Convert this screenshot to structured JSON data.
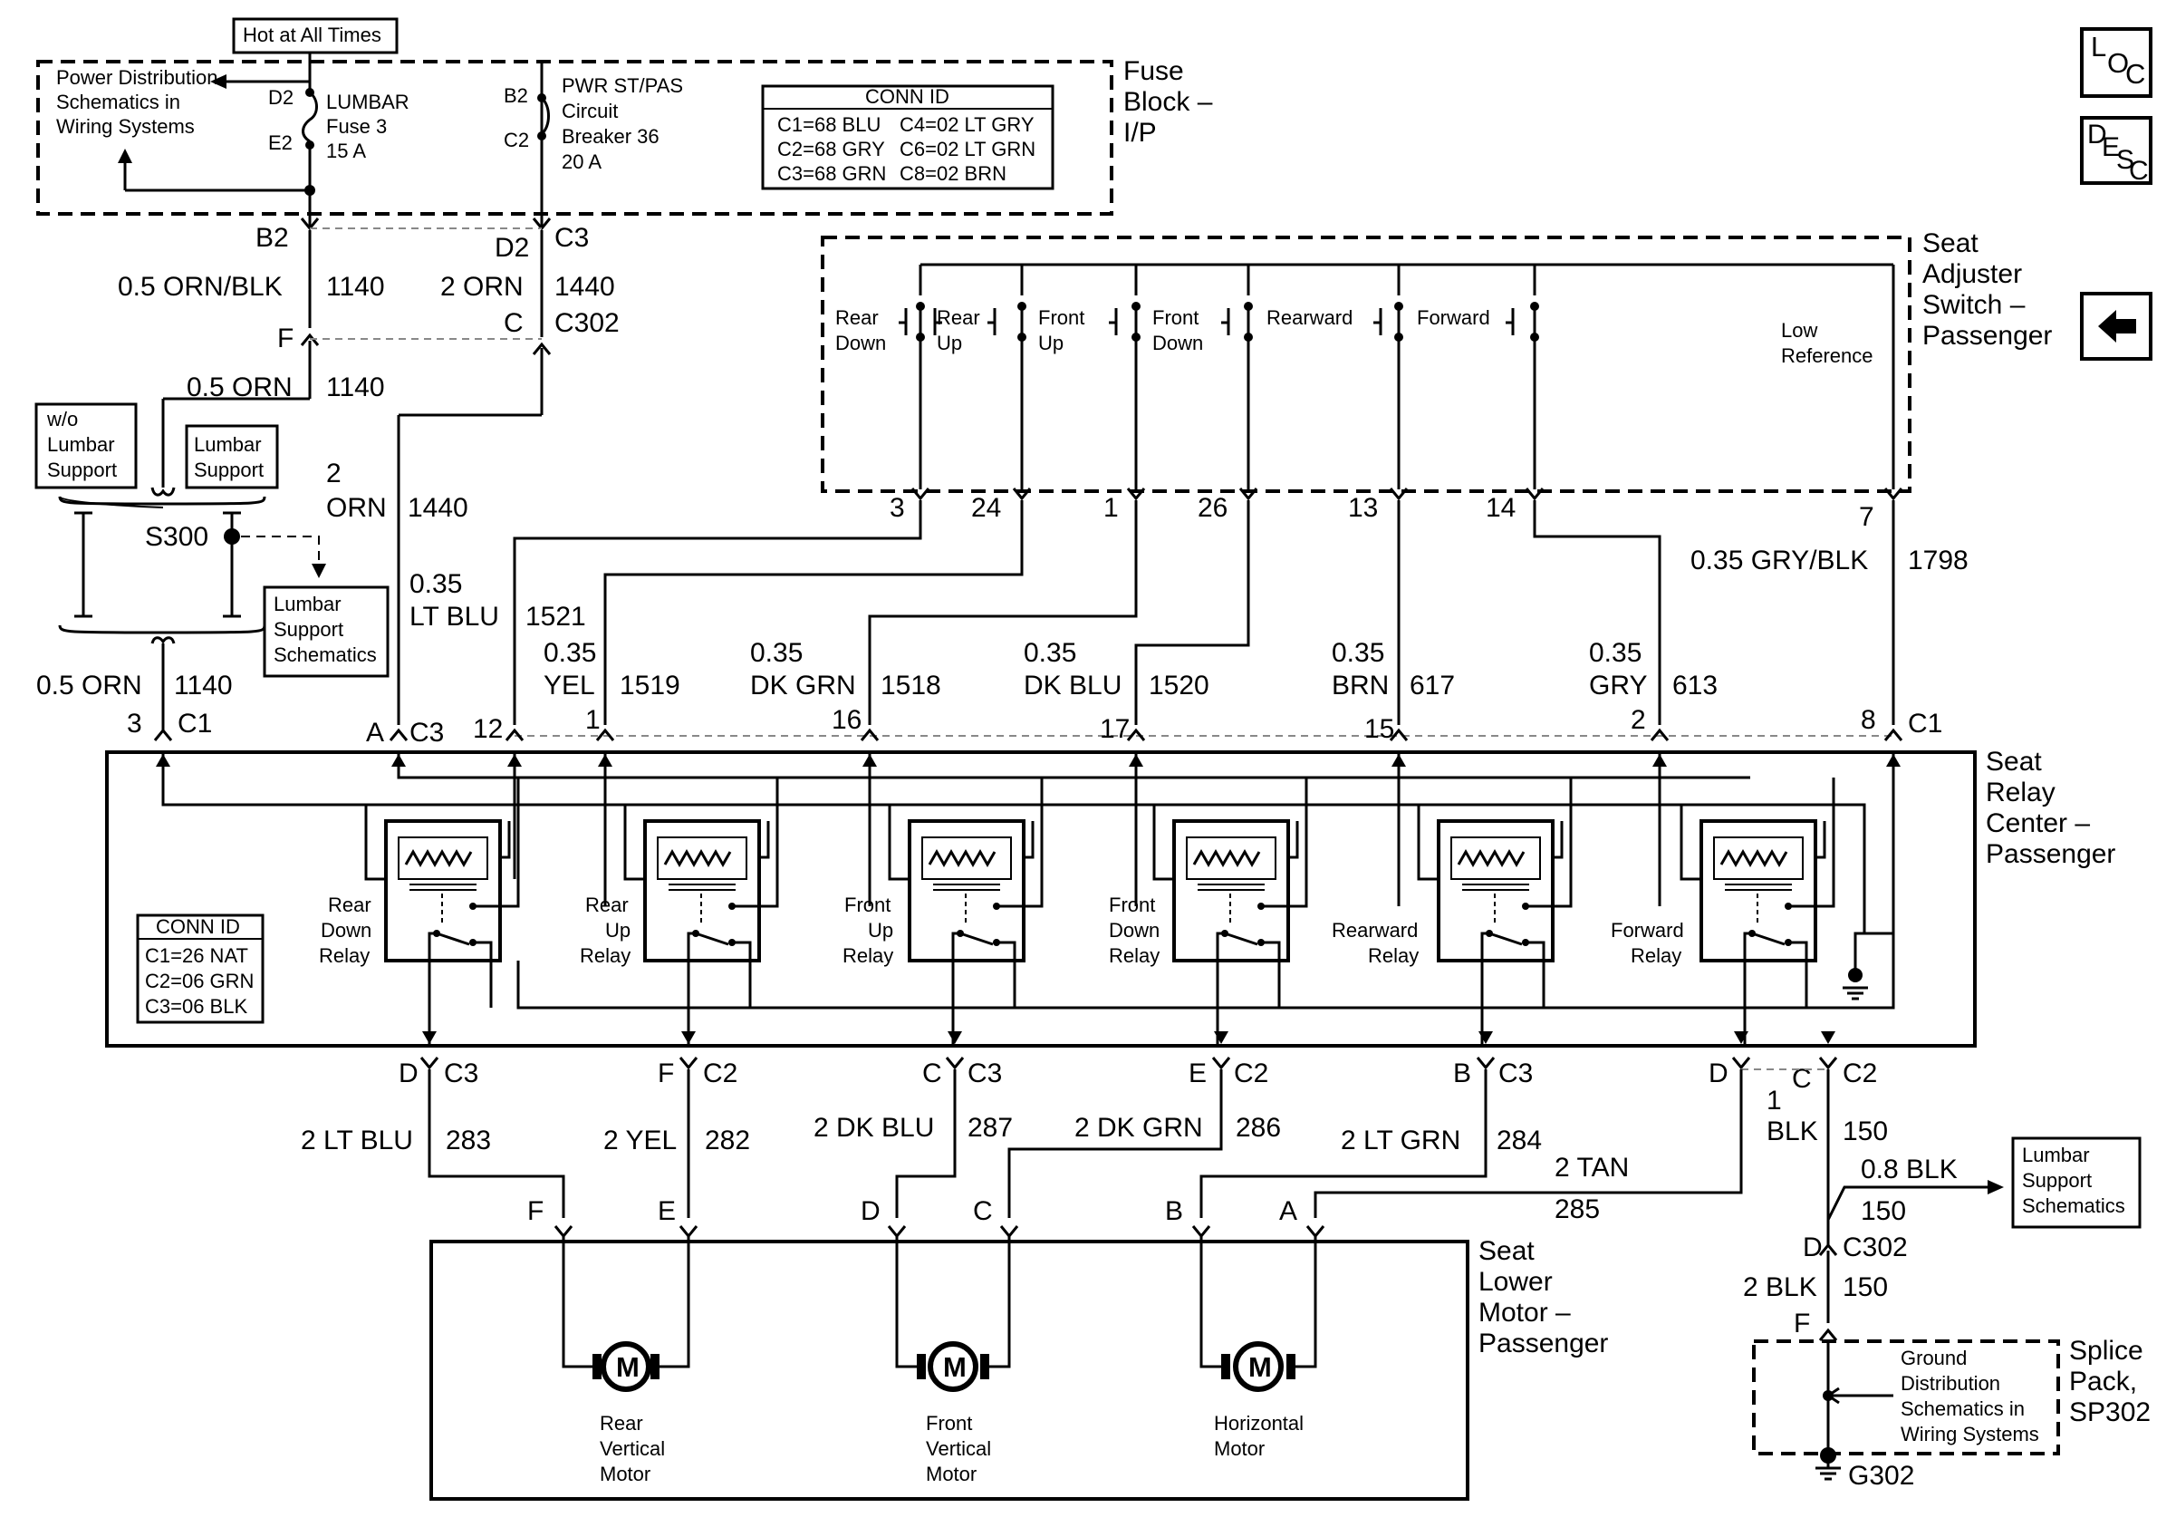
{
  "icons": {
    "loc": "loc-icon",
    "desc": "desc-icon",
    "back": "back-arrow-icon",
    "motor": "motor-icon",
    "ground": "ground-icon",
    "relay": "relay-icon"
  },
  "fuse_block": {
    "hot": "Hot at All Times",
    "pds": [
      "Power Distribution",
      "Schematics in",
      "Wiring Systems"
    ],
    "fuse": [
      "LUMBAR",
      "Fuse 3",
      "15 A"
    ],
    "breaker": [
      "PWR ST/PAS",
      "Circuit",
      "Breaker 36",
      "20 A"
    ],
    "title": [
      "Fuse",
      "Block –",
      "I/P"
    ],
    "pins": {
      "d2": "D2",
      "e2": "E2",
      "b2": "B2",
      "c2": "C2"
    },
    "conn_id": {
      "title": "CONN ID",
      "rows": [
        [
          "C1=68 BLU",
          "C4=02 LT GRY"
        ],
        [
          "C2=68 GRY",
          "C6=02 LT GRN"
        ],
        [
          "C3=68 GRN",
          "C8=02 BRN"
        ]
      ]
    }
  },
  "upper": {
    "b2": "B2",
    "d2": "D2",
    "c3": "C3",
    "w1140": [
      "0.5 ORN/BLK",
      "1140"
    ],
    "w1440": [
      "2 ORN",
      "1440"
    ],
    "f": "F",
    "c": "C",
    "c302": "C302",
    "w1140b": [
      "0.5 ORN",
      "1140"
    ],
    "wo_lumbar": [
      "w/o",
      "Lumbar",
      "Support"
    ],
    "lumbar": [
      "Lumbar",
      "Support"
    ],
    "s300": "S300",
    "lumbar_schem": [
      "Lumbar",
      "Support",
      "Schematics"
    ],
    "w1440b": [
      "2",
      "ORN",
      "1440"
    ],
    "w1140c": [
      "0.5 ORN",
      "1140"
    ],
    "p3": "3",
    "c1": "C1",
    "pa": "A",
    "c3b": "C3"
  },
  "switch": {
    "title": [
      "Seat",
      "Adjuster",
      "Switch –",
      "Passenger"
    ],
    "labels": {
      "rear_down": [
        "Rear",
        "Down"
      ],
      "rear_up": [
        "Rear",
        "Up"
      ],
      "front_up": [
        "Front",
        "Up"
      ],
      "front_down": [
        "Front",
        "Down"
      ],
      "rearward": "Rearward",
      "forward": "Forward",
      "low_ref": [
        "Low",
        "Reference"
      ]
    },
    "pins": [
      "3",
      "24",
      "1",
      "26",
      "13",
      "14",
      "7"
    ]
  },
  "mid_wires": {
    "w1521": [
      "0.35",
      "LT BLU",
      "1521"
    ],
    "w1519": [
      "0.35",
      "YEL",
      "1519"
    ],
    "w1518": [
      "0.35",
      "DK GRN",
      "1518"
    ],
    "w1520": [
      "0.35",
      "DK BLU",
      "1520"
    ],
    "w617": [
      "0.35",
      "BRN",
      "617"
    ],
    "w613": [
      "0.35",
      "GRY",
      "613"
    ],
    "w1798": [
      "0.35 GRY/BLK",
      "1798"
    ],
    "pins": [
      "12",
      "1",
      "16",
      "17",
      "15",
      "2",
      "8"
    ],
    "c1": "C1"
  },
  "relay_center": {
    "title": [
      "Seat",
      "Relay",
      "Center –",
      "Passenger"
    ],
    "relays": [
      [
        "Rear",
        "Down",
        "Relay"
      ],
      [
        "Rear",
        "Up",
        "Relay"
      ],
      [
        "Front",
        "Up",
        "Relay"
      ],
      [
        "Front",
        "Down",
        "Relay"
      ],
      [
        "Rearward",
        "Relay"
      ],
      [
        "Forward",
        "Relay"
      ]
    ],
    "conn_id": {
      "title": "CONN ID",
      "rows": [
        "C1=26 NAT",
        "C2=06 GRN",
        "C3=06 BLK"
      ]
    }
  },
  "outputs": {
    "connectors": [
      [
        "D",
        "C3"
      ],
      [
        "F",
        "C2"
      ],
      [
        "C",
        "C3"
      ],
      [
        "E",
        "C2"
      ],
      [
        "B",
        "C3"
      ]
    ],
    "d": "D",
    "c": "C",
    "c2": "C2",
    "wires": [
      [
        "2 LT BLU",
        "283"
      ],
      [
        "2 YEL",
        "282"
      ],
      [
        "2 DK BLU",
        "287"
      ],
      [
        "2 DK GRN",
        "286"
      ],
      [
        "2 LT GRN",
        "284"
      ],
      [
        "2 TAN",
        "285"
      ]
    ],
    "blk150": [
      "1",
      "BLK",
      "150"
    ]
  },
  "motor_box": {
    "title": [
      "Seat",
      "Lower",
      "Motor –",
      "Passenger"
    ],
    "pins": [
      "F",
      "E",
      "D",
      "C",
      "B",
      "A"
    ],
    "m": "M",
    "motors": [
      [
        "Rear",
        "Vertical",
        "Motor"
      ],
      [
        "Front",
        "Vertical",
        "Motor"
      ],
      [
        "Horizontal",
        "Motor"
      ]
    ]
  },
  "ground": {
    "w08": [
      "0.8 BLK",
      "150"
    ],
    "lumbar_schem": [
      "Lumbar",
      "Support",
      "Schematics"
    ],
    "d": "D",
    "c302": "C302",
    "w2blk": [
      "2 BLK",
      "150"
    ],
    "f": "F",
    "gds": [
      "Ground",
      "Distribution",
      "Schematics in",
      "Wiring Systems"
    ],
    "splice": [
      "Splice",
      "Pack,",
      "SP302"
    ],
    "g302": "G302"
  },
  "nav": {
    "loc": [
      "L",
      "O",
      "C"
    ],
    "desc": [
      "D",
      "E",
      "S",
      "C"
    ]
  }
}
